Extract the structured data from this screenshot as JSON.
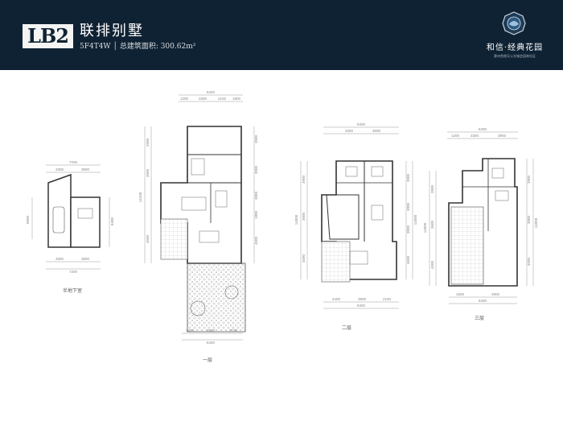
{
  "header": {
    "code": "LB2",
    "title": "联排别墅",
    "subtitle": "5F4T4W │ 总建筑面积: 300.62m²",
    "logo_name": "和信·经典花园",
    "logo_tagline": "滁州首席天公光城会园林社区",
    "brand_colors": {
      "header_bg": "#0f2233",
      "accent": "#ffffff"
    }
  },
  "plans": {
    "basement": {
      "label": "半地下室",
      "top_total": "7200",
      "top_parts": [
        "3300",
        "3900"
      ],
      "bottom_parts": [
        "3300",
        "3900"
      ],
      "bottom_total": "7200",
      "side_left": "6000",
      "side_right": "8400"
    },
    "floor1": {
      "label": "一层",
      "top_total": "8400",
      "top_parts": [
        "1200",
        "3300",
        "2100",
        "1800"
      ],
      "bottom_parts": [
        "2400",
        "3900",
        "2100"
      ],
      "bottom_total": "8400",
      "side_left_total": "14100",
      "side_left_parts": [
        "3900",
        "3600",
        "4500"
      ],
      "side_right_parts": [
        "3900",
        "3000",
        "3000",
        "1800",
        "4500"
      ]
    },
    "floor2": {
      "label": "二层",
      "top_total": "8400",
      "top_parts": [
        "3300",
        "3900"
      ],
      "bottom_parts": [
        "2400",
        "3900",
        "2100"
      ],
      "bottom_total": "8400",
      "side_left_total": "14000",
      "side_left_parts": [
        "3900",
        "3600",
        "4500"
      ],
      "side_right_total": "14000",
      "side_right_parts": [
        "3900",
        "3000",
        "3000",
        "4500"
      ]
    },
    "floor3": {
      "label": "三层",
      "top_total": "8400",
      "top_parts": [
        "1200",
        "3300",
        "3900"
      ],
      "bottom_parts": [
        "1500",
        "3900"
      ],
      "bottom_total": "8400",
      "side_left_total": "14000",
      "side_left_parts": [
        "3900",
        "3600",
        "4500"
      ],
      "side_right_total": "14000",
      "side_right_parts": [
        "3900",
        "3000",
        "4500"
      ]
    }
  }
}
